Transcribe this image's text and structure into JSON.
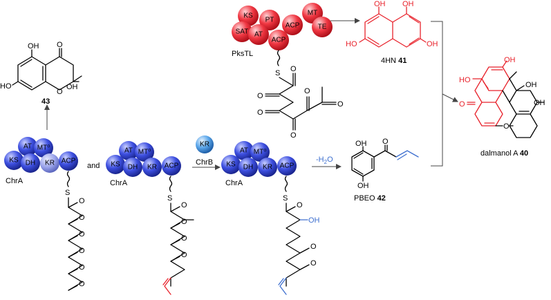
{
  "colors": {
    "pks_red": "#e8222b",
    "chr_blue": "#3345d6",
    "kr_light": "#8f9ae6",
    "accent_blue": "#3d6fcf"
  },
  "pkstl": {
    "domains": [
      "KS",
      "PT",
      "MT",
      "SAT",
      "AT",
      "ACP",
      "TE",
      "ACP"
    ],
    "label": "PksTL"
  },
  "chra_left": {
    "domains": [
      "AT",
      "MT⁰",
      "KS",
      "DH",
      "KR",
      "ACP"
    ],
    "label": "ChrA"
  },
  "chra_mid": {
    "domains": [
      "AT",
      "MT⁰",
      "KS",
      "DH",
      "KR",
      "ACP"
    ],
    "label": "ChrA"
  },
  "chra_right": {
    "domains": [
      "AT",
      "MT⁰",
      "KS",
      "DH",
      "KR",
      "ACP"
    ],
    "label": "ChrA"
  },
  "chrb": {
    "domain": "KR",
    "label": "ChrB"
  },
  "connector": "and",
  "water": {
    "prefix": "-H",
    "sub": "2",
    "suffix": "O"
  },
  "compounds": {
    "c43": {
      "number": "43",
      "atoms": {
        "oh_top": "OH",
        "o_ketone": "O",
        "ho_left": "HO",
        "o_ring": "O",
        "oh_right": "OH"
      }
    },
    "c41": {
      "name": "4HN",
      "number": "41",
      "atoms": {
        "oh1": "OH",
        "oh2": "OH",
        "ho": "HO",
        "oh3": "OH"
      }
    },
    "c42": {
      "name": "PBEO",
      "number": "42",
      "atoms": {
        "oh1": "OH",
        "o": "O",
        "oh2": "OH"
      }
    },
    "c40": {
      "name": "dalmanol A",
      "number": "40",
      "atoms": {
        "oh1": "OH",
        "ho": "HO",
        "oh2": "OH",
        "oh3": "OH",
        "o_ket": "O",
        "o_ring": "O"
      }
    }
  },
  "chain_atoms": {
    "s": "S",
    "o": "O",
    "oh": "OH"
  }
}
